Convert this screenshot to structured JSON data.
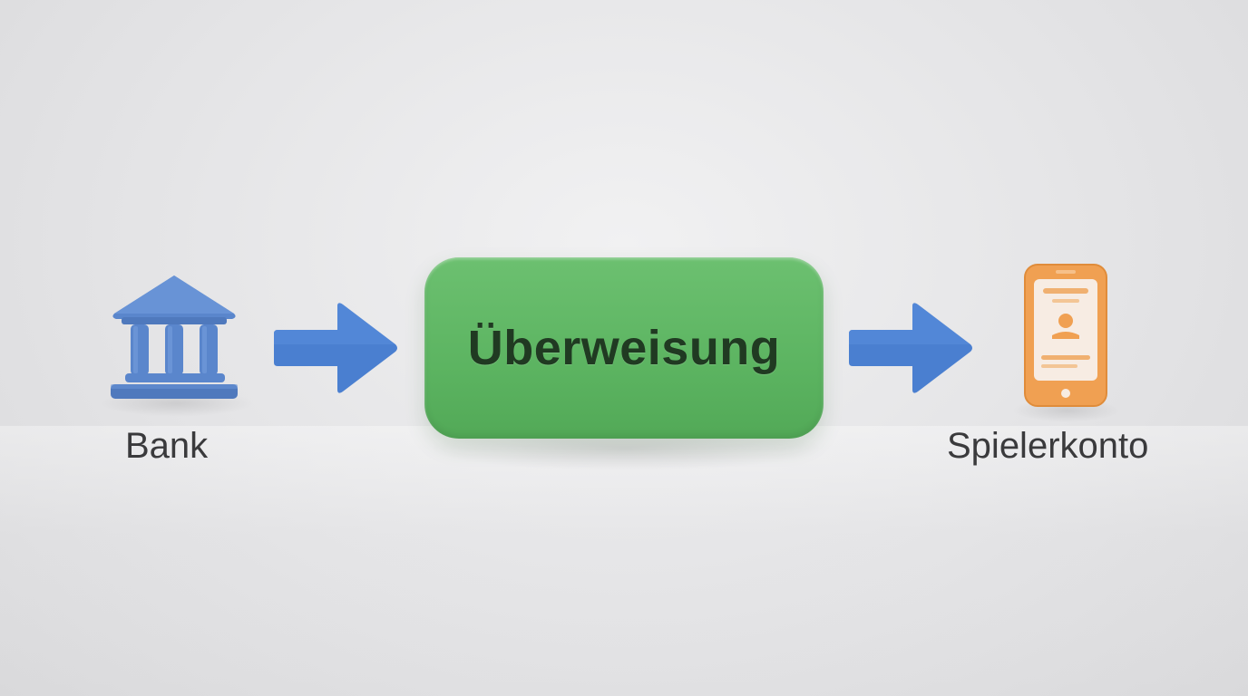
{
  "diagram": {
    "nodes": [
      {
        "id": "bank",
        "label": "Bank",
        "icon": "bank-icon"
      },
      {
        "id": "transfer",
        "label": "Überweisung"
      },
      {
        "id": "player_account",
        "label": "Spielerkonto",
        "icon": "smartphone-icon"
      }
    ],
    "edges": [
      {
        "from": "bank",
        "to": "transfer"
      },
      {
        "from": "transfer",
        "to": "player_account"
      }
    ]
  },
  "colors": {
    "arrow": "#4a7fd0",
    "bank_icon": "#5a86cc",
    "process_box": "#5cb461",
    "process_text": "#203a22",
    "phone_icon": "#f0a052",
    "label_text": "#3a3a3c"
  }
}
